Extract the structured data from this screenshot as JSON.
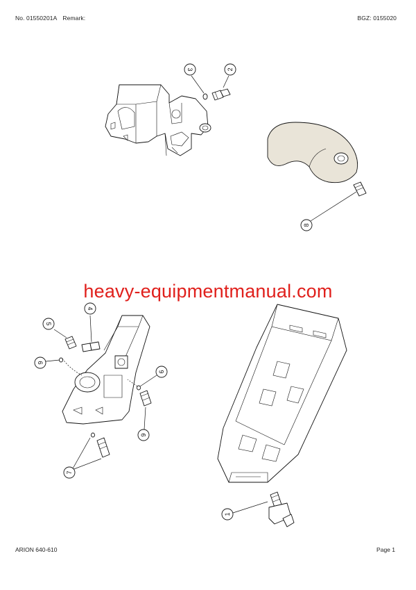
{
  "header": {
    "doc_number": "No. 01550201A",
    "remark_label": "Remark:",
    "bgz": "BGZ: 0155020"
  },
  "watermark": "heavy-equipmentmanual.com",
  "footer": {
    "model": "ARION 640-610",
    "page": "Page 1"
  },
  "callouts": [
    {
      "id": "c3",
      "label": "3"
    },
    {
      "id": "c2",
      "label": "2"
    },
    {
      "id": "c8",
      "label": "8"
    },
    {
      "id": "c4",
      "label": "4"
    },
    {
      "id": "c5",
      "label": "5"
    },
    {
      "id": "c6a",
      "label": "6"
    },
    {
      "id": "c6b",
      "label": "6"
    },
    {
      "id": "c9",
      "label": "9"
    },
    {
      "id": "c7",
      "label": "7"
    },
    {
      "id": "c1",
      "label": "1"
    }
  ]
}
